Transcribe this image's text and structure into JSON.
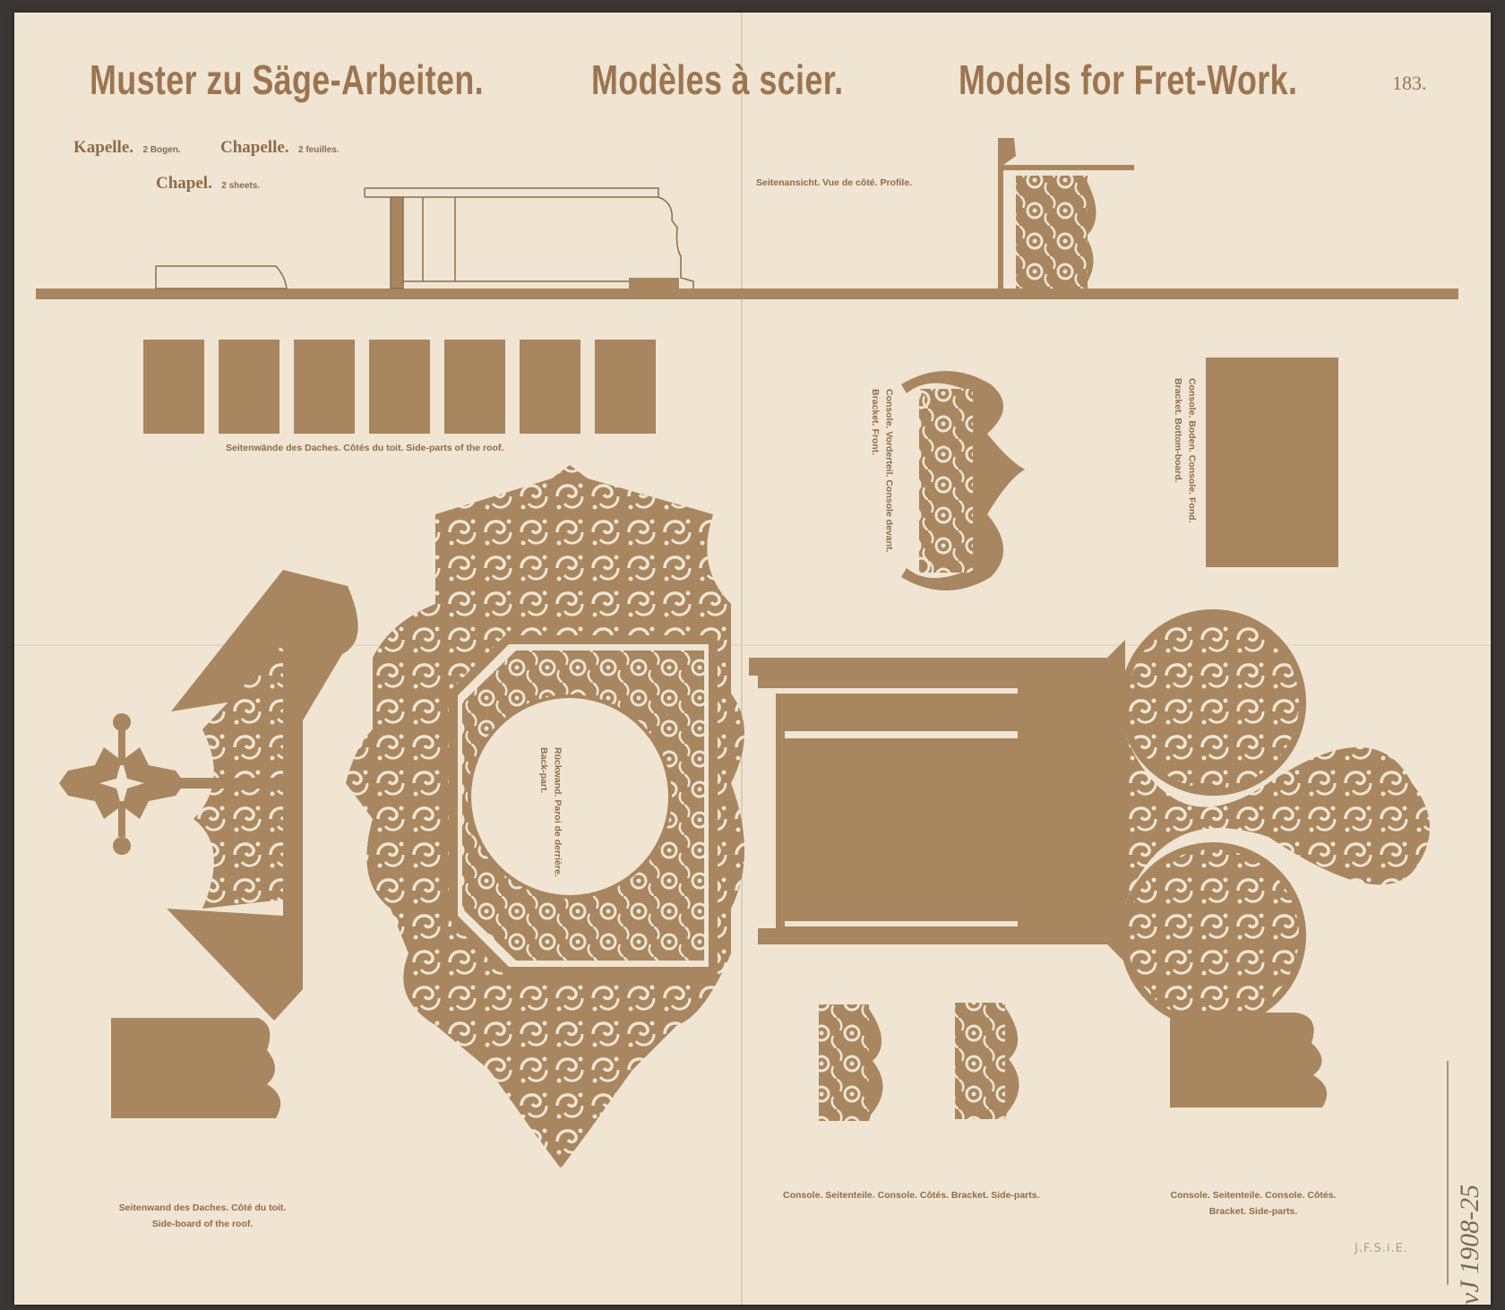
{
  "header": {
    "title_de": "Muster zu Säge-Arbeiten.",
    "title_fr": "Modèles à scier.",
    "title_en": "Models for Fret-Work.",
    "page_number": "183."
  },
  "project": {
    "de": "Kapelle.",
    "de_sheets": "2 Bogen.",
    "fr": "Chapelle.",
    "fr_sheets": "2 feuilles.",
    "en": "Chapel.",
    "en_sheets": "2 sheets."
  },
  "captions": {
    "side_view": "Seitenansicht.  Vue de côté.  Profile.",
    "roof_side_parts": "Seitenwände des Daches.  Côtés du toit.  Side-parts of the roof.",
    "console_front_line1": "Console.  Vorderteil.  Console devant.",
    "console_front_line2": "Bracket.  Front.",
    "console_bottom_line1": "Console.  Boden.  Console.  Fond.",
    "console_bottom_line2": "Bracket.  Bottom-board.",
    "back_part_line1": "Rückwand.  Paroi de derrière.",
    "back_part_line2": "Back-part.",
    "roof_side_board_line1": "Seitenwand des Daches.  Côté du toit.",
    "roof_side_board_line2": "Side-board of the roof.",
    "console_sides_1": "Console.  Seitenteile.  Console.  Côtés.  Bracket.  Side-parts.",
    "console_sides_2_line1": "Console.  Seitenteile.  Console.  Côtés.",
    "console_sides_2_line2": "Bracket.  Side-parts."
  },
  "marks": {
    "stamp": "J.F.S.i.E.",
    "pencil_note": "vJ 1908-25"
  },
  "colors": {
    "paper": "#efe5d2",
    "ink": "#a8865f",
    "background": "#3a3634"
  }
}
